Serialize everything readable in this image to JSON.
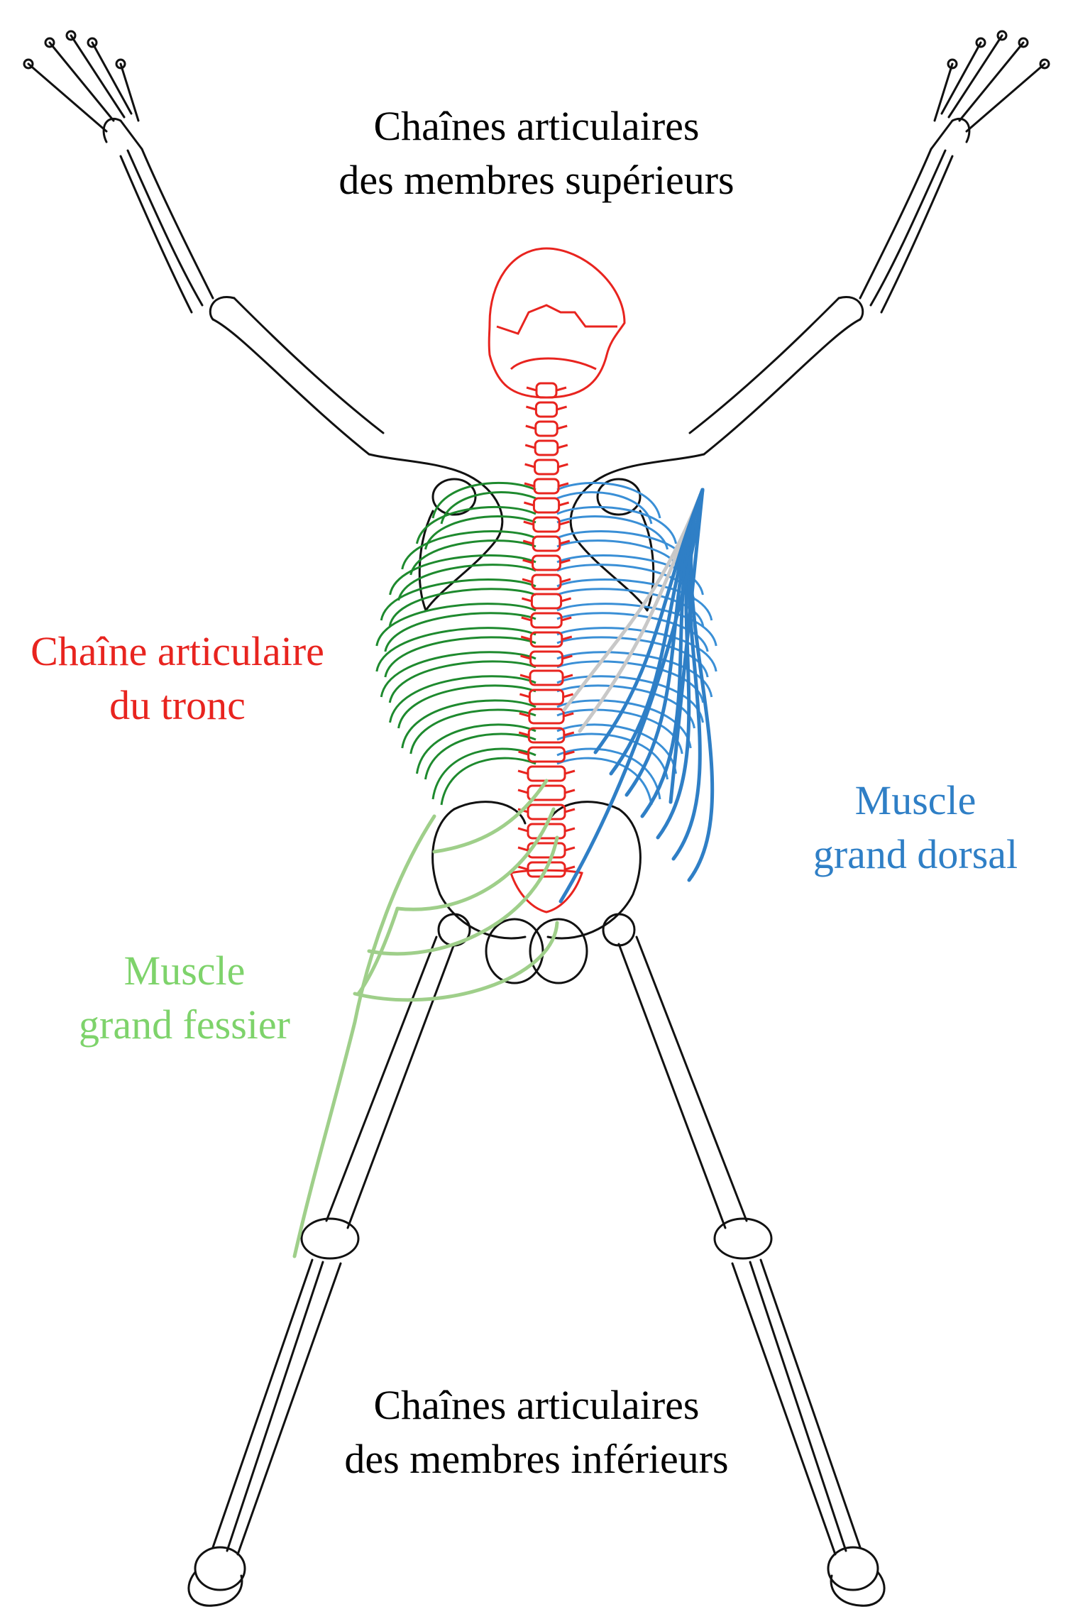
{
  "labels": {
    "upper_limbs": {
      "line1": "Chaînes articulaires",
      "line2": "des membres supérieurs"
    },
    "lower_limbs": {
      "line1": "Chaînes articulaires",
      "line2": "des membres inférieurs"
    },
    "trunk": {
      "line1": "Chaîne articulaire",
      "line2": "du tronc"
    },
    "latissimus": {
      "line1": "Muscle",
      "line2": "grand dorsal"
    },
    "gluteus": {
      "line1": "Muscle",
      "line2": "grand fessier"
    }
  },
  "colors": {
    "bone_outline": "#111111",
    "trunk_chain": "#e8241f",
    "ribs_left": "#1e8a2e",
    "ribs_right": "#3a8fd6",
    "latissimus": "#2f7fc6",
    "gluteus": "#9fcf8a",
    "gluteus_label": "#7ed36b",
    "tendon": "#c8c8c8",
    "label_default": "#111111"
  }
}
